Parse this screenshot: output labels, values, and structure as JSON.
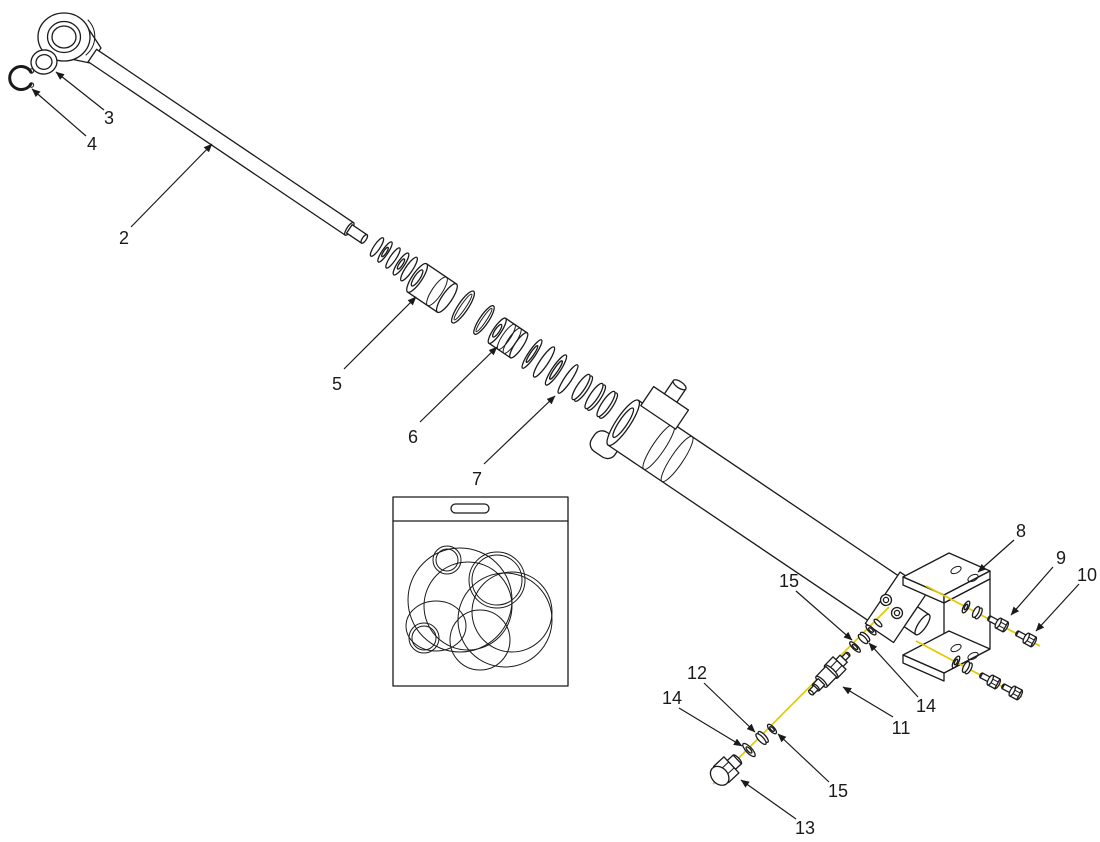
{
  "diagram": {
    "kind": "exploded-parts-diagram",
    "subject": "hydraulic-cylinder-assembly-with-seal-kit",
    "background_color": "#ffffff",
    "line_color": "#1a1a1a",
    "centerline_color": "#e2ca00",
    "callouts": {
      "c2": "2",
      "c3": "3",
      "c4": "4",
      "c5": "5",
      "c6": "6",
      "c7": "7",
      "c8": "8",
      "c9": "9",
      "c10": "10",
      "c11": "11",
      "c12": "12",
      "c13": "13",
      "c14a": "14",
      "c14b": "14",
      "c15a": "15",
      "c15b": "15"
    }
  }
}
